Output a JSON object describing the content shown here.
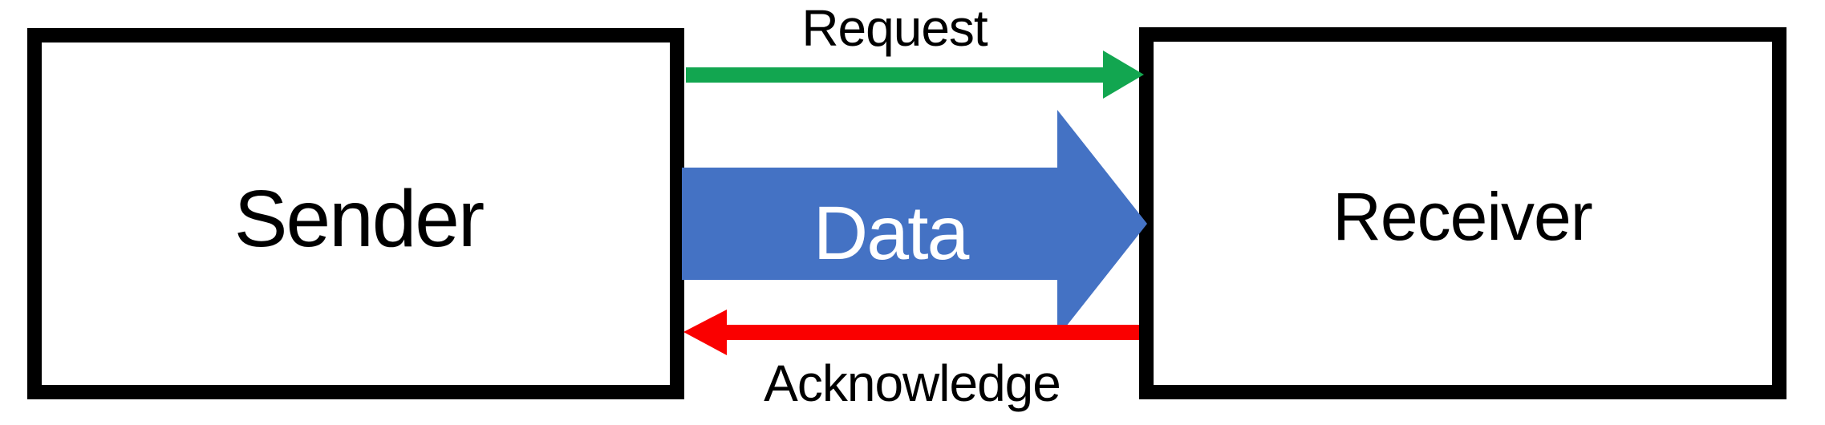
{
  "diagram": {
    "title": "Sender Receiver handshake diagram",
    "background": "#FFFFFF",
    "text_color": "#000000",
    "box_style": {
      "fill": "#FFFFFF",
      "border_color": "#000000"
    },
    "nodes": {
      "sender": {
        "label": "Sender"
      },
      "receiver": {
        "label": "Receiver"
      }
    },
    "arrows": {
      "request": {
        "label": "Request",
        "color": "#12A650",
        "from": "Sender",
        "to": "Receiver",
        "direction": "right"
      },
      "data": {
        "label": "Data",
        "color": "#4472C4",
        "label_color": "#FFFFFF",
        "from": "Sender",
        "to": "Receiver",
        "direction": "right"
      },
      "acknowledge": {
        "label": "Acknowledge",
        "color": "#FA0000",
        "from": "Receiver",
        "to": "Sender",
        "direction": "left"
      }
    }
  }
}
